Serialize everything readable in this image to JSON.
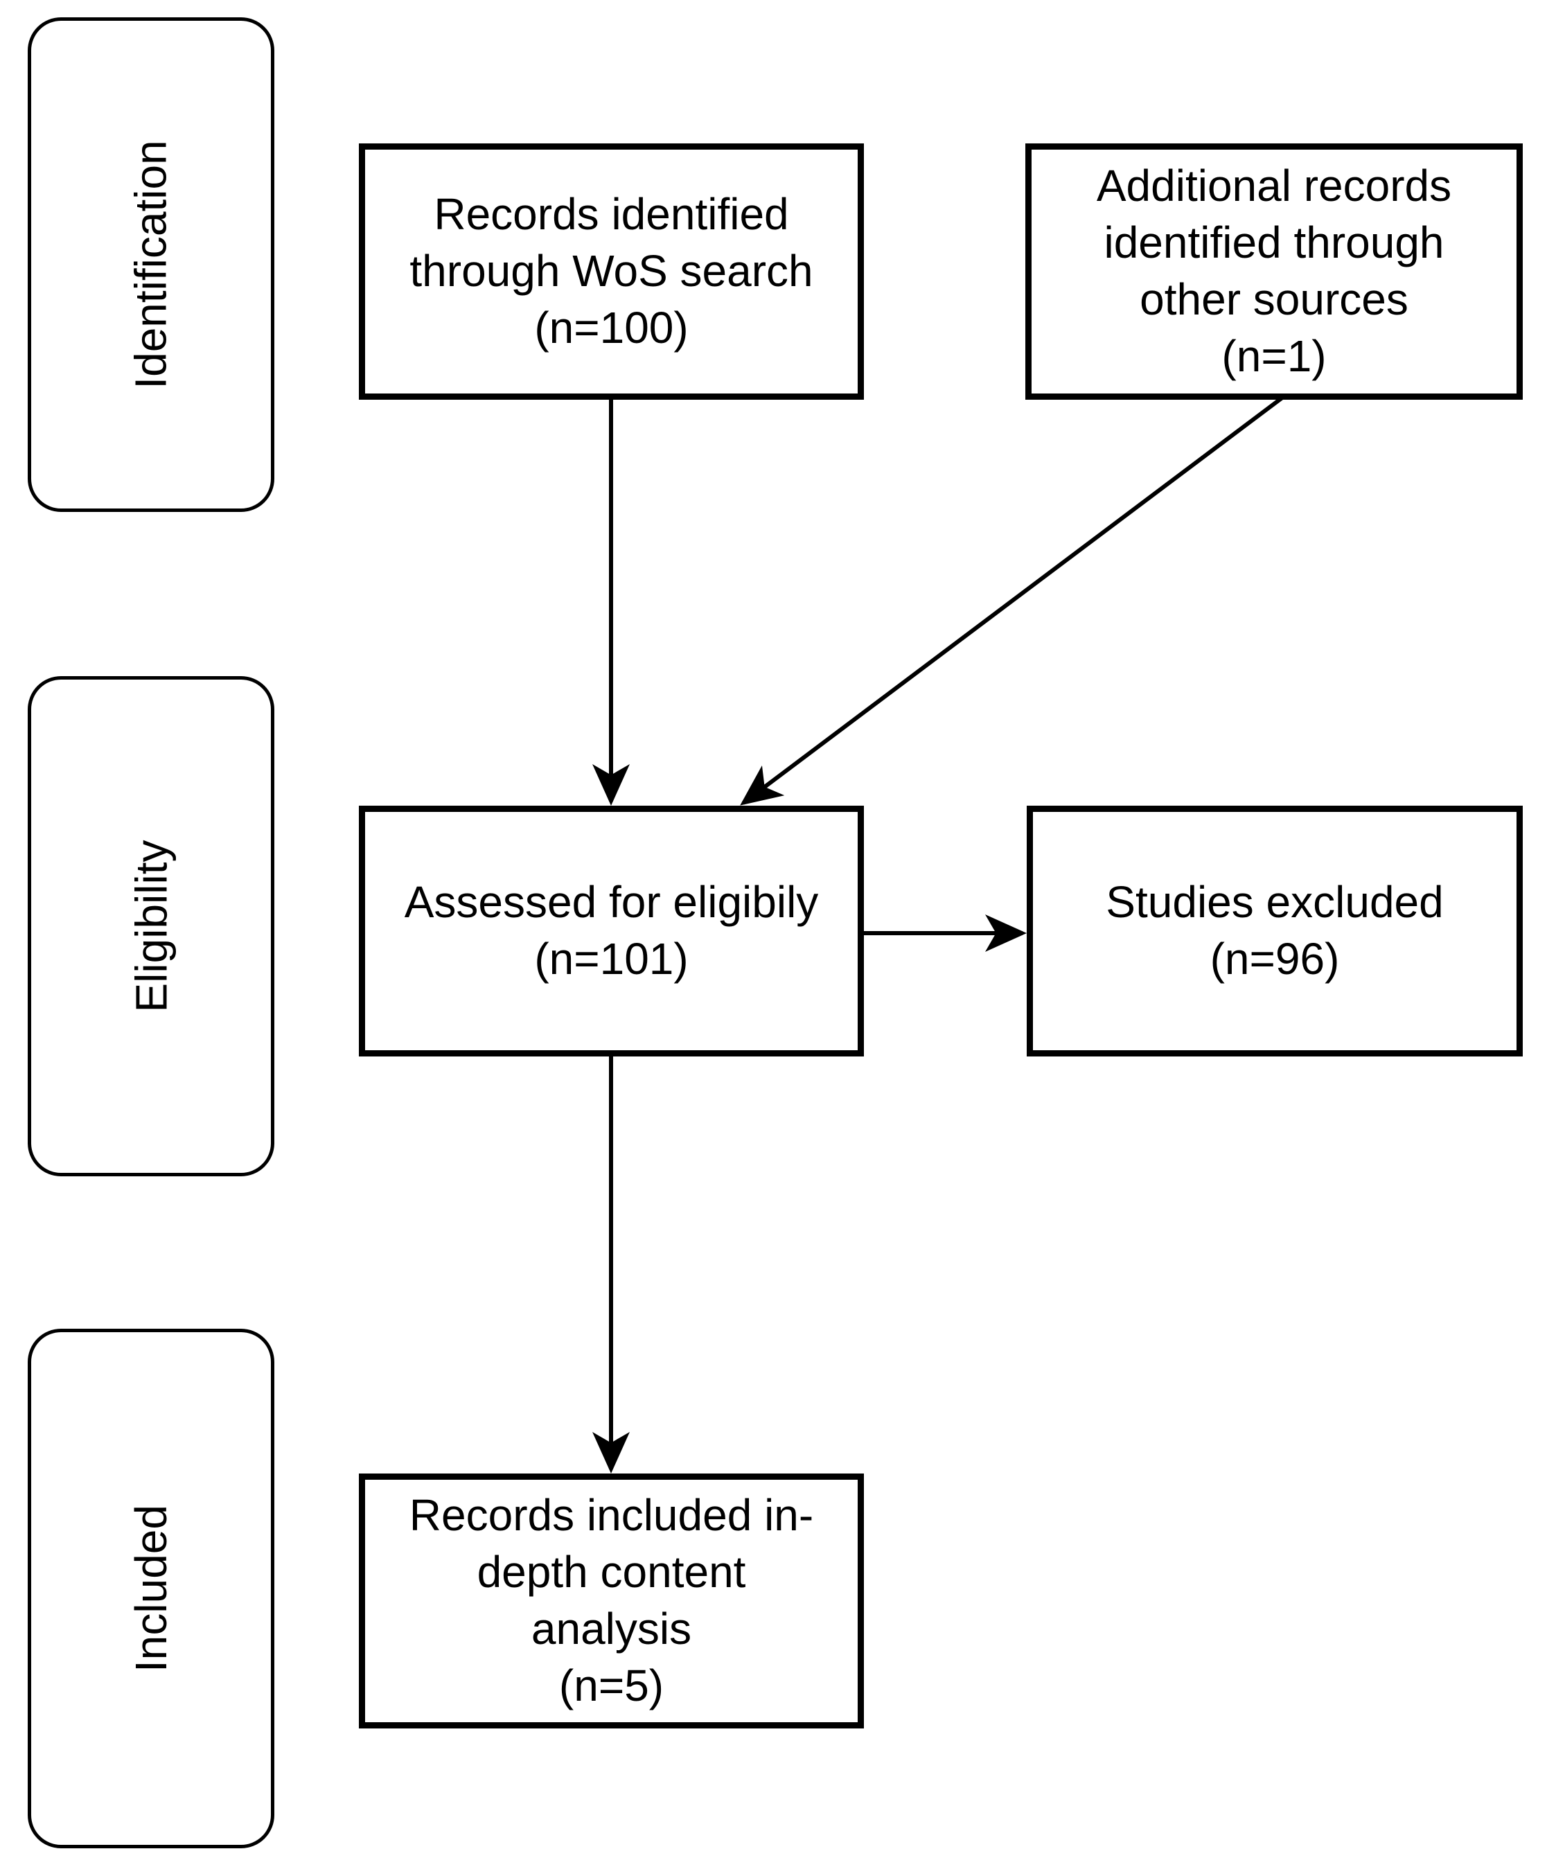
{
  "figure": {
    "type": "flow-diagram",
    "colors": {
      "line": "#000000",
      "text": "#000000",
      "background": "#ffffff"
    },
    "stages": [
      {
        "id": "identification",
        "label": "Identification"
      },
      {
        "id": "eligibility",
        "label": "Eligibility"
      },
      {
        "id": "included",
        "label": "Included"
      }
    ],
    "nodes": {
      "records_identified": {
        "lines": [
          "Records identified",
          "through WoS search",
          "(n=100)"
        ],
        "count": 100
      },
      "additional_records": {
        "lines": [
          "Additional records",
          "identified through",
          "other sources",
          "(n=1)"
        ],
        "count": 1
      },
      "assessed": {
        "lines": [
          "Assessed for eligibily",
          "(n=101)"
        ],
        "count": 101
      },
      "excluded": {
        "lines": [
          "Studies excluded",
          "(n=96)"
        ],
        "count": 96
      },
      "included_records": {
        "lines": [
          "Records included in-",
          "depth content",
          "analysis",
          "(n=5)"
        ],
        "count": 5
      }
    },
    "connections": [
      {
        "from": "records_identified",
        "to": "assessed"
      },
      {
        "from": "additional_records",
        "to": "assessed"
      },
      {
        "from": "assessed",
        "to": "excluded"
      },
      {
        "from": "assessed",
        "to": "included_records"
      }
    ]
  }
}
